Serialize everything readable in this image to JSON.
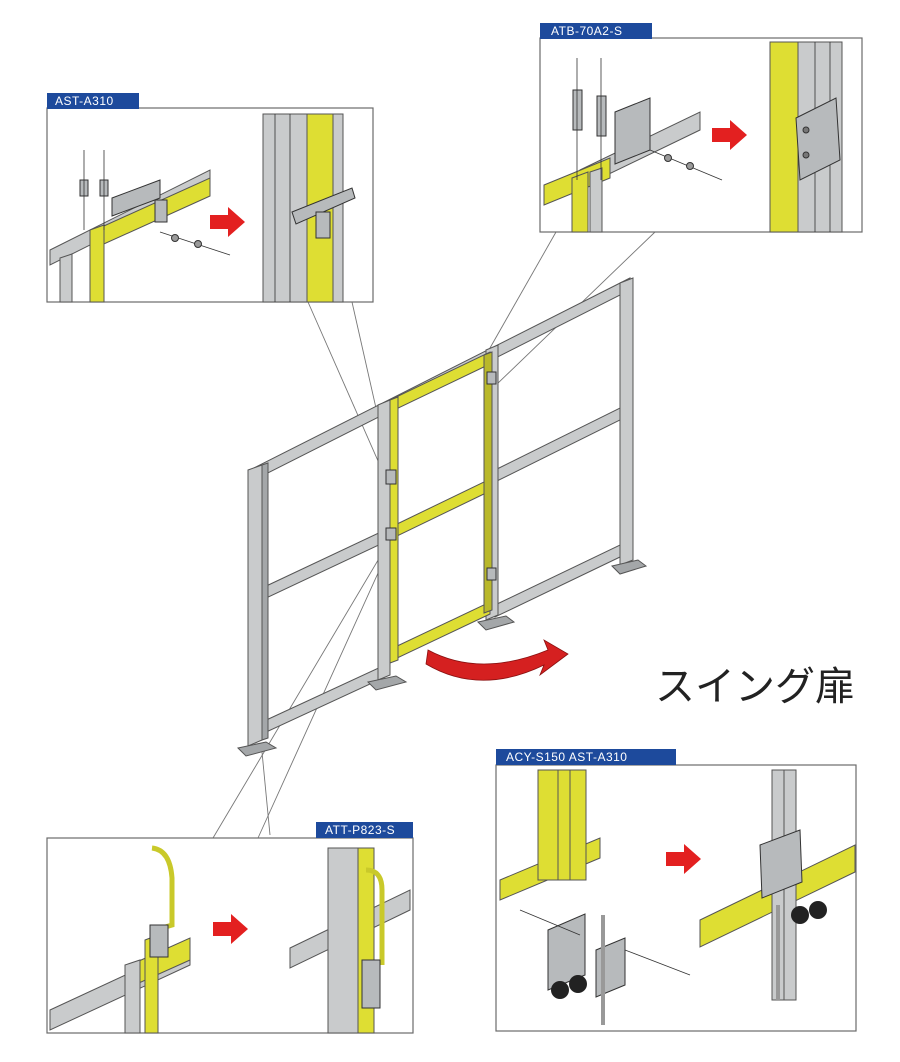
{
  "title": "スイング扉",
  "labels": {
    "top_left": "AST-A310",
    "top_right": "ATB-70A2-S",
    "bottom_left": "ATT-P823-S",
    "bottom_right": "ACY-S150  AST-A310"
  },
  "colors": {
    "label_bg": "#1d4a9c",
    "door_yellow": "#dede33",
    "aluminum": "#c9cbcc",
    "arrow_red": "#e32020",
    "swing_arrow": "#d52020"
  }
}
